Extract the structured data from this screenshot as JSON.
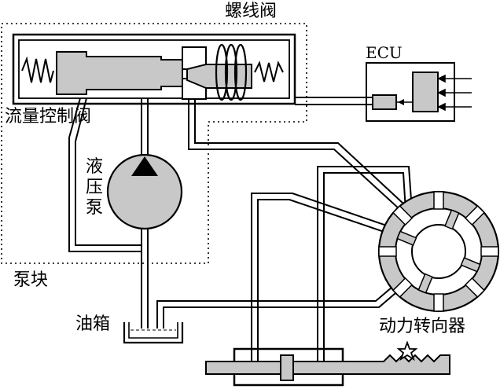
{
  "labels": {
    "solenoid_valve": "螺线阀",
    "flow_control_valve": "流量控制阀",
    "ecu": "ECU",
    "hydraulic_pump": "液压泵",
    "pump_block": "泵块",
    "oil_tank": "油箱",
    "power_steering": "动力转向器"
  },
  "colors": {
    "line": "#000000",
    "component_fill": "#c8c8c8",
    "background": "#ffffff"
  }
}
